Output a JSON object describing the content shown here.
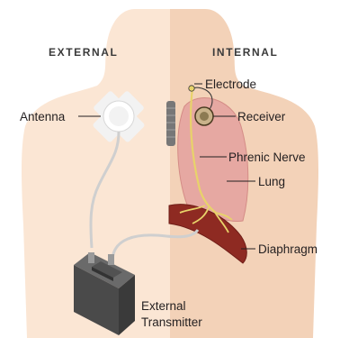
{
  "headers": {
    "left": "EXTERNAL",
    "right": "INTERNAL"
  },
  "labels": {
    "electrode": "Electrode",
    "receiver": "Receiver",
    "antenna": "Antenna",
    "phrenic_nerve": "Phrenic Nerve",
    "lung": "Lung",
    "diaphragm": "Diaphragm",
    "transmitter_line1": "External",
    "transmitter_line2": "Transmitter"
  },
  "colors": {
    "skin_light": "#fbe6d4",
    "skin_internal": "#f3d2b8",
    "lung": "#e6a8a2",
    "diaphragm": "#8e2a22",
    "nerve": "#e8d36a",
    "device": "#4a4a4a"
  }
}
